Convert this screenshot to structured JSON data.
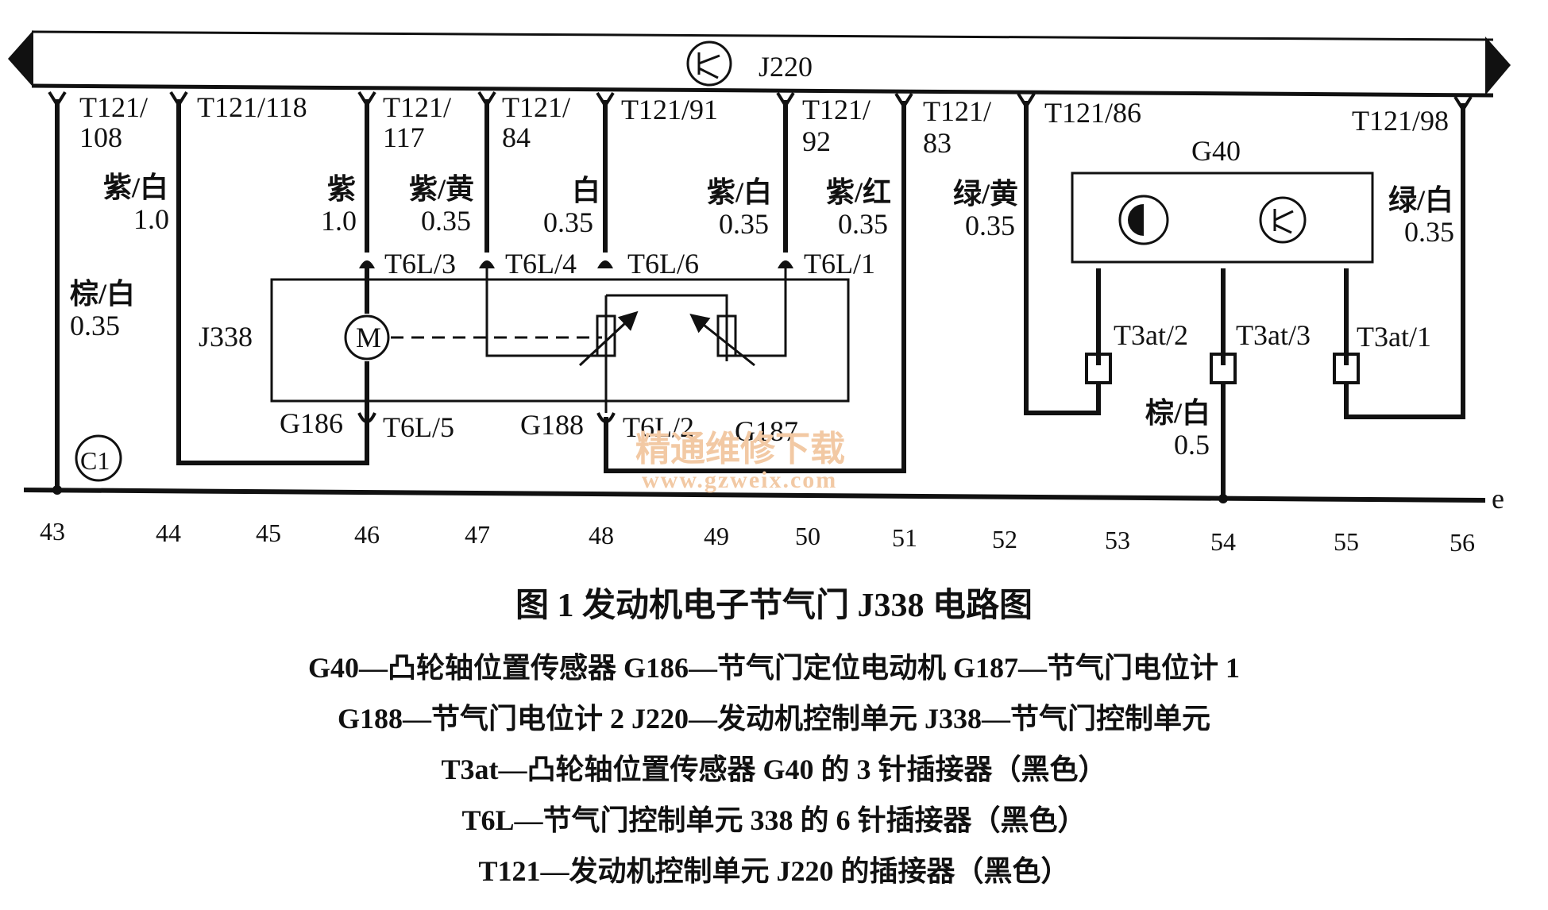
{
  "bus": {
    "label": "J220"
  },
  "pins": {
    "p108": [
      "T121/",
      "108"
    ],
    "p118": "T121/118",
    "p117": [
      "T121/",
      "117"
    ],
    "p84": [
      "T121/",
      "84"
    ],
    "p91": "T121/91",
    "p92": [
      "T121/",
      "92"
    ],
    "p83": [
      "T121/",
      "83"
    ],
    "p86": "T121/86",
    "p98": "T121/98"
  },
  "wires": {
    "w44": {
      "color": "紫/白",
      "size": "1.0"
    },
    "w46": {
      "color": "紫",
      "size": "1.0"
    },
    "w47": {
      "color": "紫/黄",
      "size": "0.35"
    },
    "w48": {
      "color": "白",
      "size": "0.35"
    },
    "w49": {
      "color": "紫/白",
      "size": "0.35"
    },
    "w51": {
      "color": "紫/红",
      "size": "0.35"
    },
    "w52": {
      "color": "绿/黄",
      "size": "0.35"
    },
    "w56": {
      "color": "绿/白",
      "size": "0.35"
    },
    "w43": {
      "color": "棕/白",
      "size": "0.35"
    },
    "w54": {
      "color": "棕/白",
      "size": "0.5"
    }
  },
  "connectors": {
    "t6l3": "T6L/3",
    "t6l4": "T6L/4",
    "t6l6": "T6L/6",
    "t6l1": "T6L/1",
    "t6l5": "T6L/5",
    "t6l2": "T6L/2",
    "t3at2": "T3at/2",
    "t3at3": "T3at/3",
    "t3at1": "T3at/1"
  },
  "components": {
    "j338": "J338",
    "g186": "G186",
    "g188": "G188",
    "g187": "G187",
    "g40": "G40",
    "c1": "C1",
    "motor": "M",
    "ground": "e"
  },
  "columns": [
    "43",
    "44",
    "45",
    "46",
    "47",
    "48",
    "49",
    "50",
    "51",
    "52",
    "53",
    "54",
    "55",
    "56"
  ],
  "watermark": {
    "cn": "精通维修下载",
    "url": "www.gzweix.com"
  },
  "caption": {
    "title": "图 1  发动机电子节气门 J338 电路图",
    "lines": [
      "G40—凸轮轴位置传感器   G186—节气门定位电动机   G187—节气门电位计 1",
      "G188—节气门电位计 2   J220—发动机控制单元   J338—节气门控制单元",
      "T3at—凸轮轴位置传感器 G40 的 3 针插接器（黑色）",
      "T6L—节气门控制单元 338 的 6 针插接器（黑色）",
      "T121—发动机控制单元 J220 的插接器（黑色）"
    ]
  }
}
